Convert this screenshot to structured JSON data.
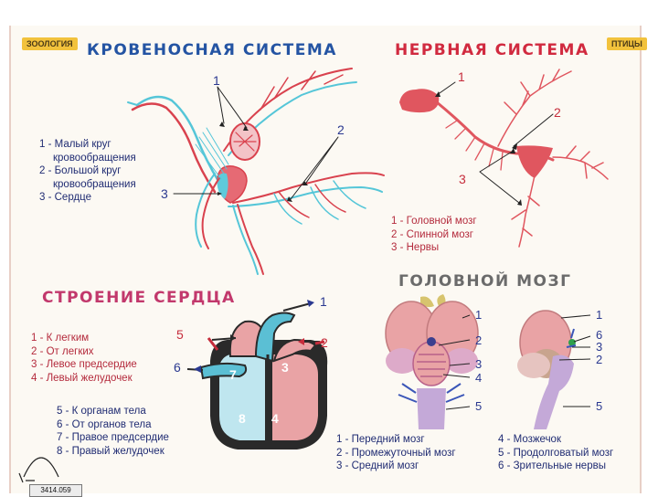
{
  "tags": {
    "left": "ЗООЛОГИЯ",
    "right": "ПТИЦЫ"
  },
  "titles": {
    "circulatory": "КРОВЕНОСНАЯ  СИСТЕМА",
    "nervous": "НЕРВНАЯ  СИСТЕМА",
    "heart": "СТРОЕНИЕ  СЕРДЦА",
    "brain": "ГОЛОВНОЙ  МОЗГ"
  },
  "circulatory": {
    "numbers": [
      "1",
      "2",
      "3"
    ],
    "legend": [
      "1 - Малый круг",
      "кровообращения",
      "2 - Большой круг",
      "кровообращения",
      "3 - Сердце"
    ]
  },
  "nervous": {
    "numbers": [
      "1",
      "2",
      "3"
    ],
    "legend": [
      "1 - Головной мозг",
      "2 - Спинной мозг",
      "3 - Нервы"
    ]
  },
  "heart": {
    "numbers": [
      "1",
      "2",
      "5",
      "6",
      "7",
      "3",
      "8",
      "4"
    ],
    "legend_a": [
      "1 - К легким",
      "2 - От легких",
      "3 - Левое предсердие",
      "4 - Левый желудочек"
    ],
    "legend_b": [
      "5 - К органам тела",
      "6 - От органов тела",
      "7 - Правое предсердие",
      "8 - Правый желудочек"
    ]
  },
  "brain": {
    "numbers_top": [
      "1",
      "2",
      "3",
      "4",
      "5"
    ],
    "numbers_side": [
      "1",
      "6",
      "3",
      "2",
      "5"
    ],
    "legend_a": [
      "1 - Передний мозг",
      "2 - Промежуточный мозг",
      "3 - Средний мозг"
    ],
    "legend_b": [
      "4 -  Мозжечок",
      "5 - Продолговатый мозг",
      "6 - Зрительные нервы"
    ]
  },
  "footer": {
    "code": "3414.059"
  },
  "colors": {
    "artery": "#d9424e",
    "vein": "#55c6d8",
    "nerve": "#e0565f",
    "brain_pink": "#e9a3a5",
    "medulla": "#c4a9d8"
  }
}
